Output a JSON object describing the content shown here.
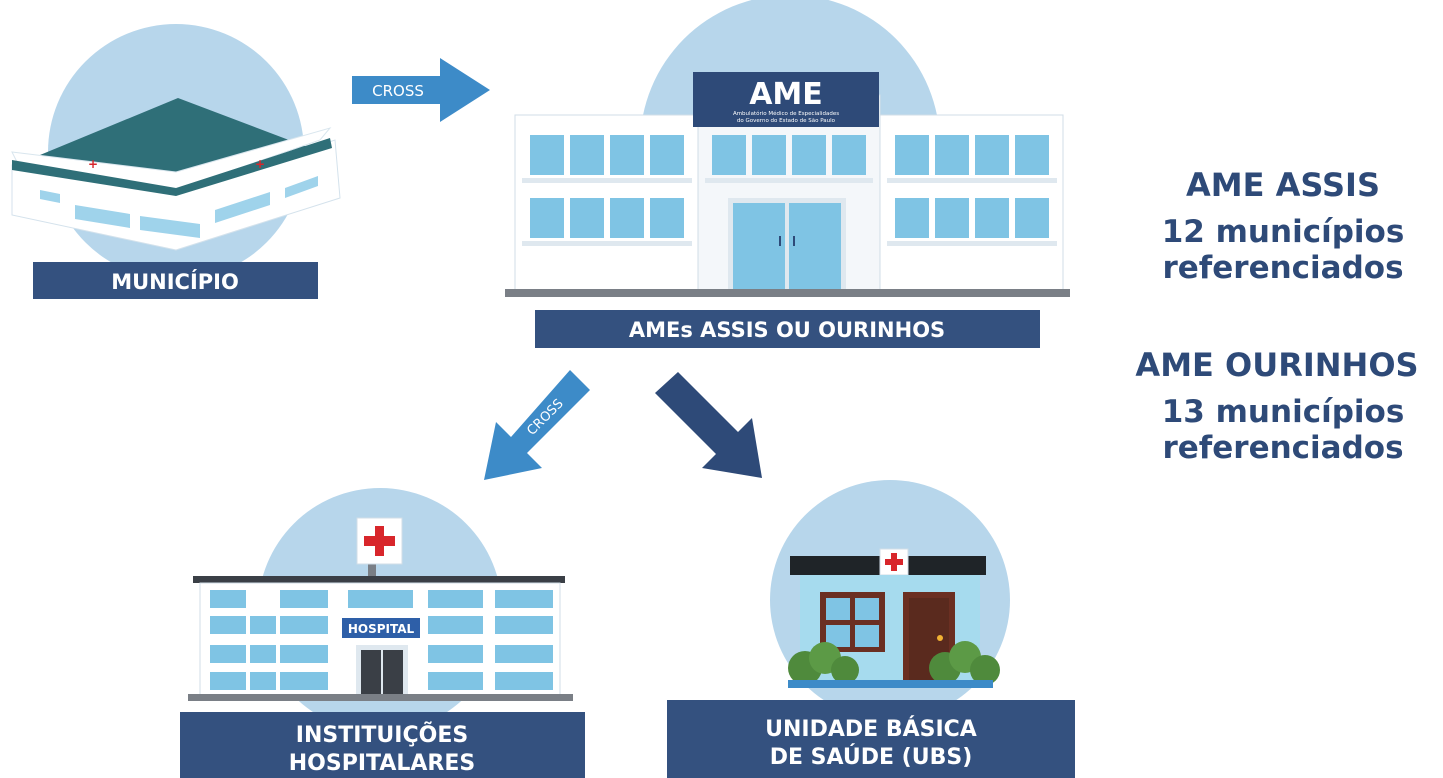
{
  "flow": {
    "cross_top": "CROSS",
    "cross_left": "CROSS"
  },
  "nodes": {
    "municipio": {
      "label": "MUNICÍPIO"
    },
    "ame": {
      "label": "AMEs ASSIS OU OURINHOS",
      "sign_title": "AME",
      "sign_line1": "Ambulatório Médico de Especialidades",
      "sign_line2": "do Governo do Estado de São Paulo"
    },
    "hospital": {
      "label_line1": "INSTITUIÇÕES",
      "label_line2": "HOSPITALARES",
      "sign": "HOSPITAL"
    },
    "ubs": {
      "label_line1": "UNIDADE BÁSICA",
      "label_line2": "DE SAÚDE (UBS)"
    }
  },
  "side_info": [
    {
      "title": "AME ASSIS",
      "line1": "12 municípios",
      "line2": "referenciados"
    },
    {
      "title": "AME OURINHOS",
      "line1": "13 municípios",
      "line2": "referenciados"
    }
  ],
  "colors": {
    "navy": "#2e4a78",
    "label_bg": "#34517f",
    "arrow_light": "#3d8bc8",
    "arrow_dark": "#2e4a78",
    "circle": "#b7d6eb",
    "window": "#7fc4e4",
    "teal": "#2f6f78",
    "red_cross": "#d8262b"
  }
}
